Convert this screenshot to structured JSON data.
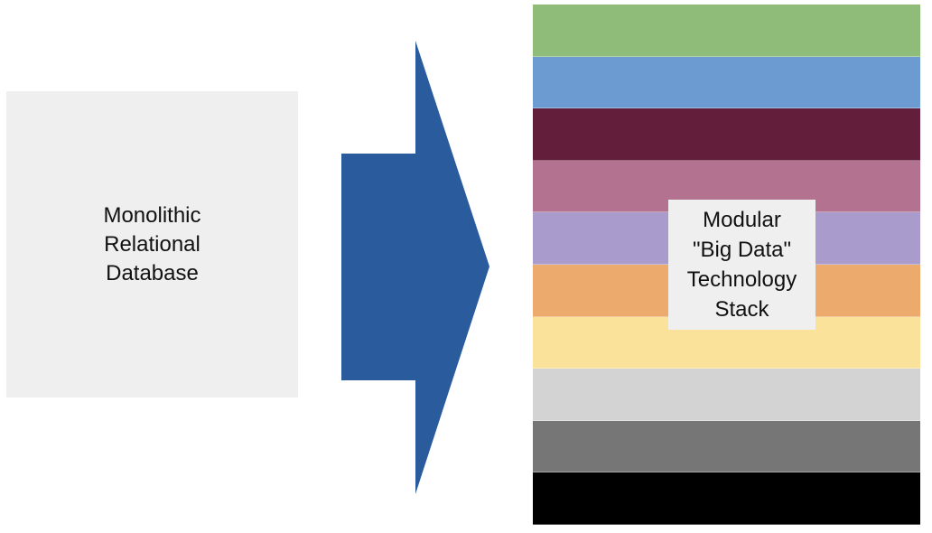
{
  "left_box": {
    "lines": [
      "Monolithic",
      "Relational",
      "Database"
    ]
  },
  "arrow": {
    "color": "#2a5b9c"
  },
  "stack": {
    "bands": [
      {
        "color": "#90bc7a"
      },
      {
        "color": "#6c9bd1"
      },
      {
        "color": "#621e3a"
      },
      {
        "color": "#b3728f"
      },
      {
        "color": "#aa9bcd"
      },
      {
        "color": "#ecab6d"
      },
      {
        "color": "#fae29b"
      },
      {
        "color": "#d3d3d3"
      },
      {
        "color": "#767676"
      },
      {
        "color": "#000000"
      }
    ],
    "label_lines": [
      "Modular",
      "\"Big Data\"",
      "Technology",
      "Stack"
    ]
  }
}
